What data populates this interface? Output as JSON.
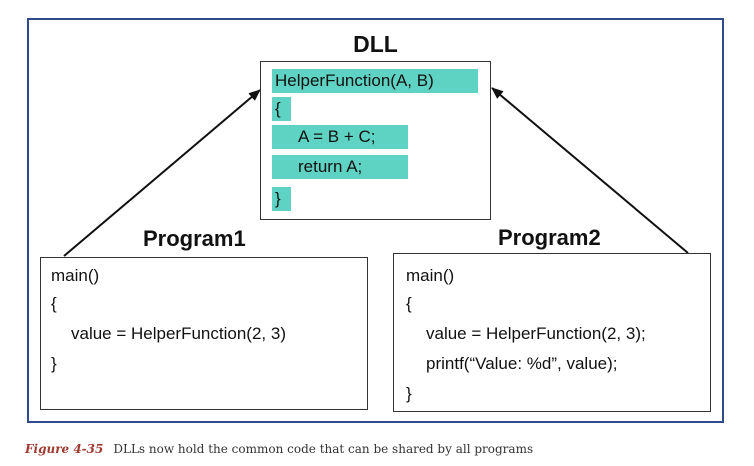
{
  "dll": {
    "title": "DLL",
    "code": [
      "HelperFunction(A, B)",
      "{",
      "A = B + C;",
      "return A;",
      "}"
    ]
  },
  "program1": {
    "title": "Program1",
    "code": [
      "main()",
      "{",
      "value = HelperFunction(2, 3)",
      "}"
    ]
  },
  "program2": {
    "title": "Program2",
    "code": [
      "main()",
      "{",
      "value = HelperFunction(2, 3);",
      "printf(“Value: %d”, value);",
      "}"
    ]
  },
  "caption": {
    "figure": "Figure 4-35",
    "text": "DLLs now hold the common code that can be shared by all programs"
  },
  "colors": {
    "frame_border": "#2e4a8a",
    "highlight": "#5fd3c3",
    "caption_figure": "#a03a2f"
  }
}
